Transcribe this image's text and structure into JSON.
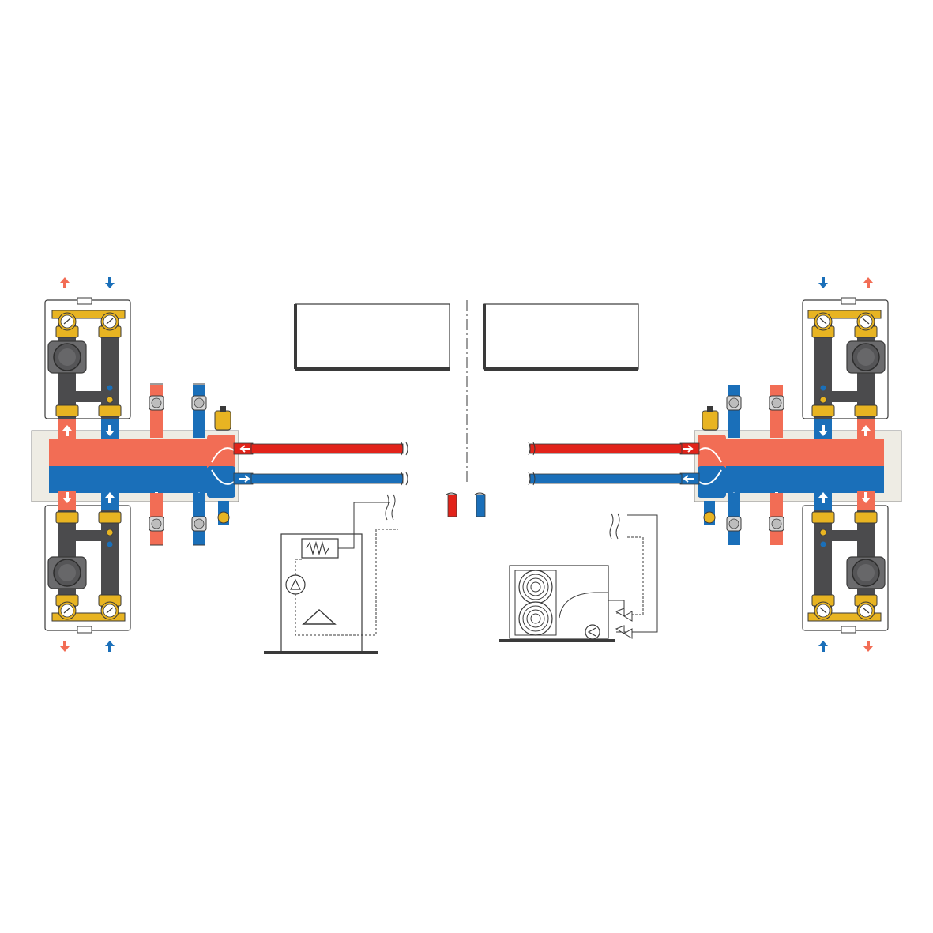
{
  "diagram": {
    "colors": {
      "hot": "#f26d55",
      "hot_pipe": "#e2231a",
      "cold": "#1a6fb9",
      "cold_pipe": "#1a6fb9",
      "pipe_dark": "#4b4b4d",
      "brass": "#e8b422",
      "insulation": "#eeece4",
      "outline": "#3a3a3a"
    },
    "elements": {
      "left_station": "left-heating-station",
      "right_station": "right-heating-station",
      "boiler": "boiler-unit",
      "heat_pump": "outdoor-heat-pump-unit",
      "placeholder_boxes": 2
    }
  }
}
